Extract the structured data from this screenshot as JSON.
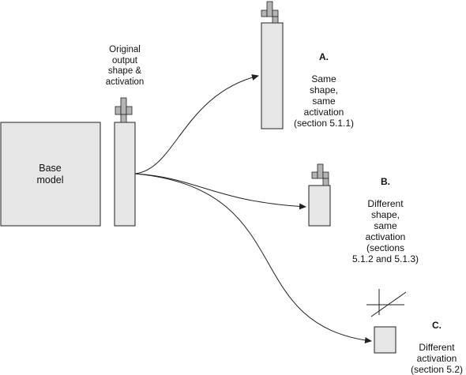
{
  "base": {
    "label": "Base\nmodel"
  },
  "original": {
    "label": "Original\noutput\nshape &\nactivation"
  },
  "option_a": {
    "letter": "A.",
    "description": "Same\nshape,\nsame\nactivation\n(section 5.1.1)"
  },
  "option_b": {
    "letter": "B.",
    "description": "Different\nshape,\nsame\nactivation\n(sections\n5.1.2 and 5.1.3)"
  },
  "option_c": {
    "letter": "C.",
    "description": "Different\nactivation\n(section 5.2)"
  },
  "colors": {
    "box_fill": "#e6e6e6",
    "hist_fill": "#b4b4b4",
    "stroke": "#222222"
  },
  "icons": [
    "histogram-icon",
    "activation-function-icon"
  ]
}
